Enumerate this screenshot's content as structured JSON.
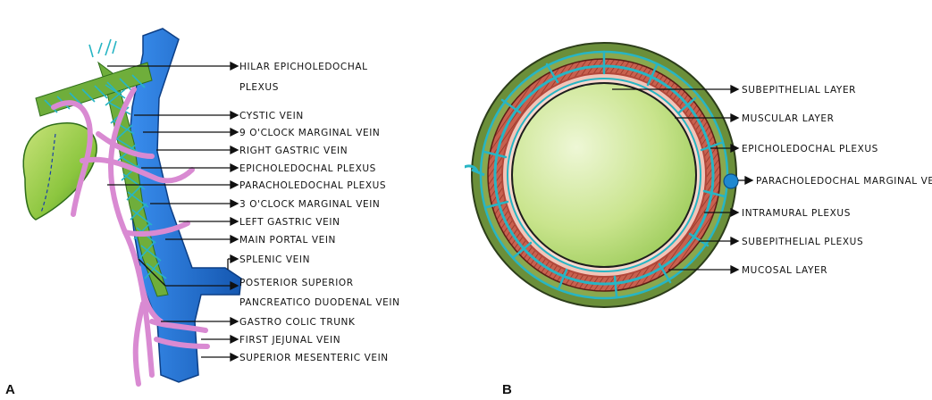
{
  "panel_a": {
    "letter": "A",
    "labels": [
      "HILAR EPICHOLEDOCHAL",
      "PLEXUS",
      "CYSTIC VEIN",
      "9 O'CLOCK MARGINAL VEIN",
      "RIGHT GASTRIC VEIN",
      "EPICHOLEDOCHAL PLEXUS",
      "PARACHOLEDOCHAL PLEXUS",
      "3 O'CLOCK MARGINAL VEIN",
      "LEFT GASTRIC VEIN",
      "MAIN PORTAL VEIN",
      "SPLENIC VEIN",
      "POSTERIOR SUPERIOR",
      "PANCREATICO DUODENAL VEIN",
      "GASTRO COLIC TRUNK",
      "FIRST JEJUNAL VEIN",
      "SUPERIOR MESENTERIC VEIN"
    ]
  },
  "panel_b": {
    "letter": "B",
    "labels": [
      "SUBEPITHELIAL LAYER",
      "MUSCULAR LAYER",
      "EPICHOLEDOCHAL PLEXUS",
      "PARACHOLEDOCHAL MARGINAL VEI",
      "INTRAMURAL PLEXUS",
      "SUBEPITHELIAL PLEXUS",
      "MUCOSAL LAYER"
    ]
  },
  "colors": {
    "portal_vein": "#1f6fd1",
    "veins_pink": "#d98ad2",
    "duct_green": "#6fae3b",
    "gallbladder": "#8cc63f",
    "plexus_teal": "#27b5c4",
    "muscle": "#c8614f",
    "mucosa": "#dcefb0"
  }
}
